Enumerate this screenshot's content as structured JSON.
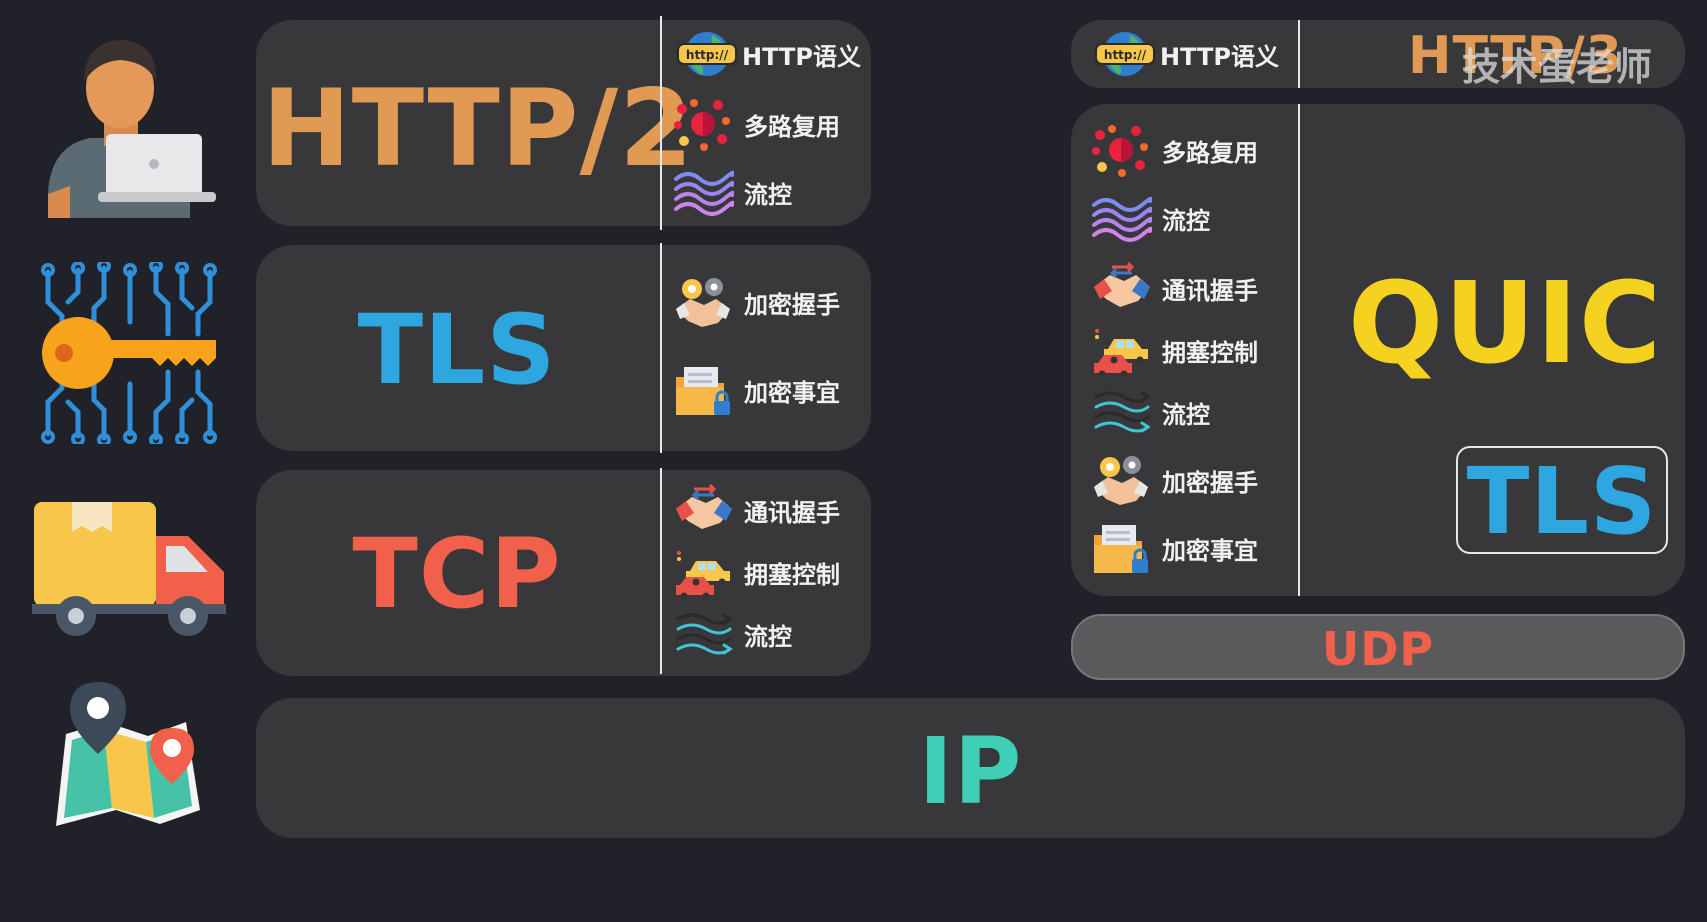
{
  "colors": {
    "background": "#202129",
    "card": "#38383a",
    "http": "#e09a53",
    "tls": "#2ea6e0",
    "tcp": "#f0604a",
    "quic": "#f5d21f",
    "ip": "#3fcfb6",
    "udp": "#f0604a"
  },
  "left_stack": {
    "http2": {
      "title": "HTTP/2",
      "features": [
        {
          "icon": "http-globe-icon",
          "label": "HTTP语义"
        },
        {
          "icon": "multiplex-dots-icon",
          "label": "多路复用"
        },
        {
          "icon": "wave-flow-icon",
          "label": "流控"
        }
      ]
    },
    "tls": {
      "title": "TLS",
      "features": [
        {
          "icon": "handshake-gear-icon",
          "label": "加密握手"
        },
        {
          "icon": "locked-folder-icon",
          "label": "加密事宜"
        }
      ]
    },
    "tcp": {
      "title": "TCP",
      "features": [
        {
          "icon": "handshake-arrows-icon",
          "label": "通讯握手"
        },
        {
          "icon": "traffic-cars-icon",
          "label": "拥塞控制"
        },
        {
          "icon": "flow-arrows-icon",
          "label": "流控"
        }
      ]
    }
  },
  "right_stack": {
    "http3_header": {
      "semantic_label": "HTTP语义",
      "title": "HTTP/3"
    },
    "quic": {
      "title": "QUIC",
      "inner_label": "TLS",
      "features": [
        {
          "icon": "multiplex-dots-icon",
          "label": "多路复用"
        },
        {
          "icon": "wave-flow-icon",
          "label": "流控"
        },
        {
          "icon": "handshake-arrows-icon",
          "label": "通讯握手"
        },
        {
          "icon": "traffic-cars-icon",
          "label": "拥塞控制"
        },
        {
          "icon": "flow-arrows-icon",
          "label": "流控"
        },
        {
          "icon": "handshake-gear-icon",
          "label": "加密握手"
        },
        {
          "icon": "locked-folder-icon",
          "label": "加密事宜"
        }
      ]
    },
    "udp": {
      "title": "UDP"
    }
  },
  "ip": {
    "title": "IP"
  },
  "side_icons": [
    "user-laptop-icon",
    "key-circuit-icon",
    "delivery-truck-icon",
    "map-pin-icon"
  ],
  "watermark": "技术蛋老师"
}
